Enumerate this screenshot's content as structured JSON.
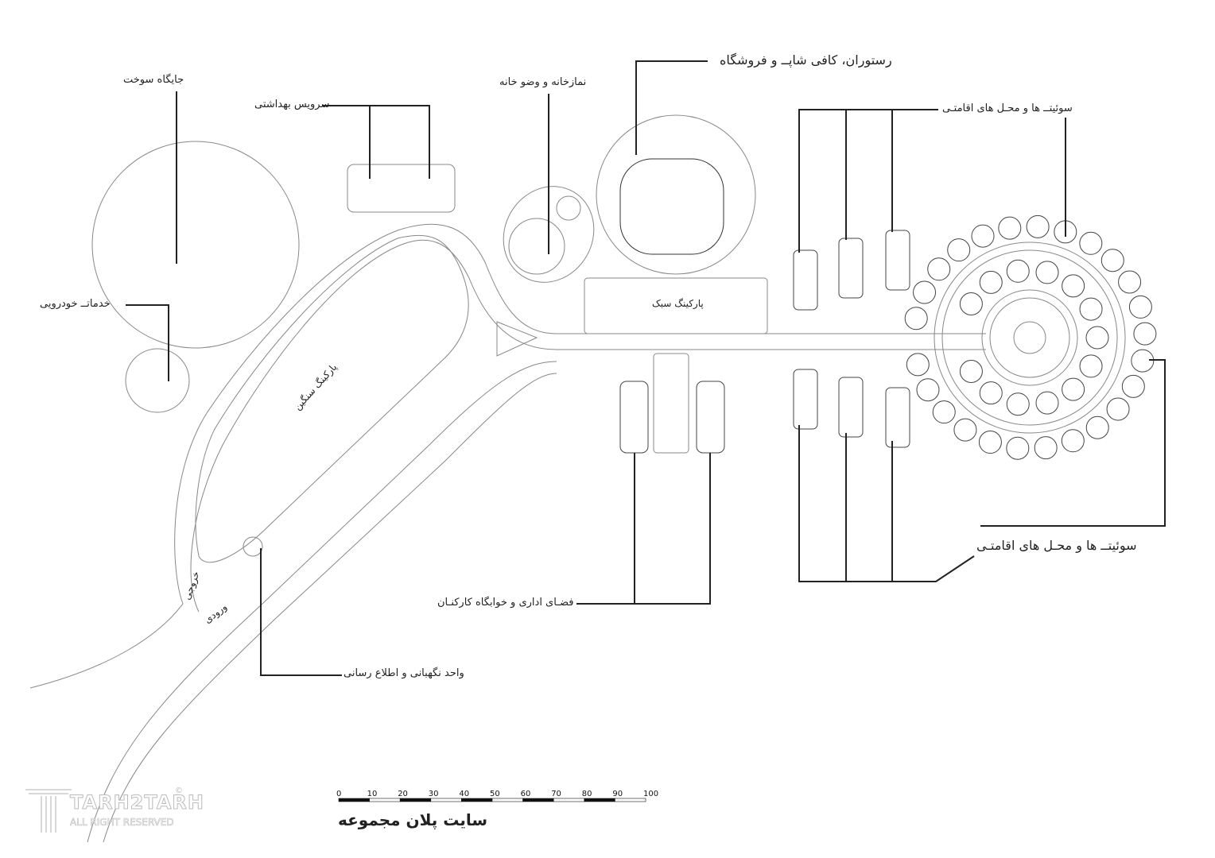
{
  "title": "سایت پلان مجموعه",
  "labels": {
    "fuel_station": "جایگاه سوخت",
    "sanitary": "سرویس بهداشتی",
    "prayer": "نمازخانه و وضو خانه",
    "restaurant": "رستوران، کافی شاپــ و فروشگاه",
    "suites_top": "سوئیتــ ها و محـل های اقامتـی",
    "car_services": "خدماتــ خودرویی",
    "suites_bottom": "سوئیتــ ها و محـل های اقامتـی",
    "staff": "فضـای اداری و خوابگاه کارکنـان",
    "guard": "واحد نگهبانی و اطلاع رسانی",
    "light_parking": "پارکینگ سبک",
    "heavy_parking": "پارکینگ سنگین",
    "exit": "خروجی",
    "entrance": "ورودی"
  },
  "scale_bar": {
    "ticks": [
      "0",
      "10",
      "20",
      "30",
      "40",
      "50",
      "60",
      "70",
      "80",
      "90",
      "100"
    ]
  },
  "watermark": {
    "brand": "TARH2TARH",
    "sub": "ALL RIGHT RESERVED",
    "copyright": "©"
  }
}
